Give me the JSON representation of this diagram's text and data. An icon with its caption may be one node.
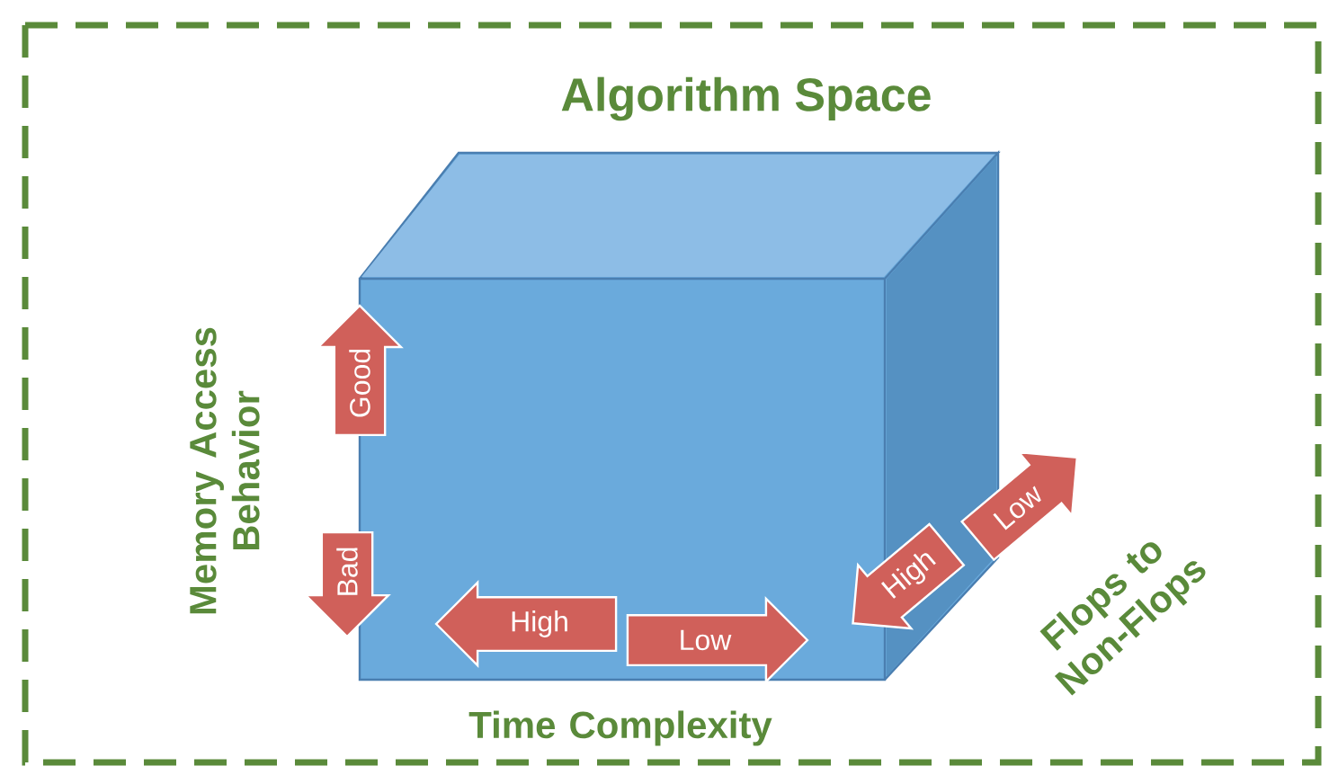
{
  "diagram": {
    "title": "Algorithm Space",
    "labels": [
      "Memory Access Behavior",
      "Good",
      "Bad",
      "High",
      "Low",
      "Time Complexity",
      "High",
      "Low",
      "Flops to Non-Flops"
    ]
  }
}
